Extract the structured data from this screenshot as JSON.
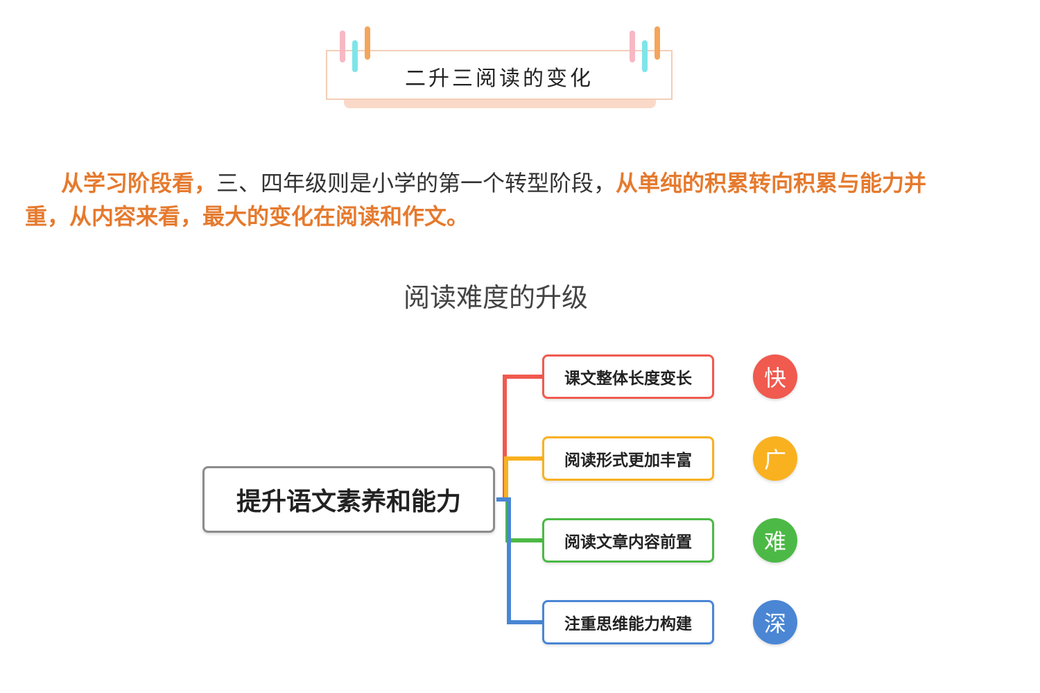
{
  "title": "二升三阅读的变化",
  "paragraph": {
    "part1": "从学习阶段看，",
    "part2": "三、四年级则是小学的第一个转型阶段，",
    "part3": "从单纯的积累转向积累与能力并重，从内容来看，最大的变化在阅读和作文。"
  },
  "subtitle": "阅读难度的升级",
  "diagram": {
    "root": "提升语文素养和能力",
    "branches": [
      {
        "label": "课文整体长度变长",
        "badge": "快",
        "color": "#f05a4f"
      },
      {
        "label": "阅读形式更加丰富",
        "badge": "广",
        "color": "#f9b120"
      },
      {
        "label": "阅读文章内容前置",
        "badge": "难",
        "color": "#4cb946"
      },
      {
        "label": "注重思维能力构建",
        "badge": "深",
        "color": "#4a86d4"
      }
    ]
  },
  "colors": {
    "highlight": "#e57a2e",
    "title_border": "#f3cdb7",
    "deco_pink": "#f7b8c4",
    "deco_cyan": "#7ee5e8",
    "deco_orange": "#f4a55c"
  }
}
